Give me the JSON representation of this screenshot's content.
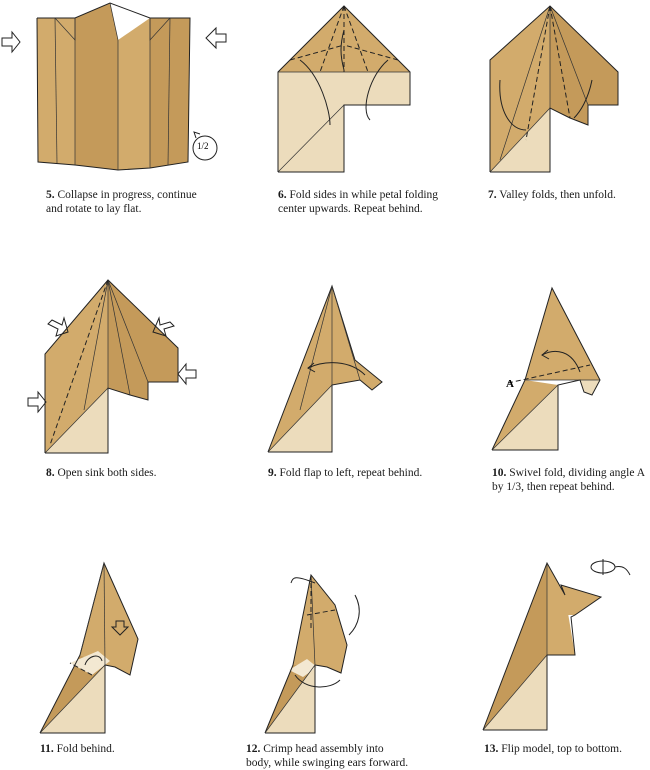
{
  "colors": {
    "paper_dark": "#c49a5a",
    "paper_mid": "#d2ab6c",
    "paper_light": "#ecdcbc",
    "paper_pale": "#f3e8d2",
    "line": "#222222"
  },
  "steps": [
    {
      "number": "5.",
      "text_1": "Collapse in progress, continue",
      "text_2": "and rotate to lay flat.",
      "symbol": "1/2"
    },
    {
      "number": "6.",
      "text_1": "Fold sides in while petal folding",
      "text_2": "center upwards. Repeat behind."
    },
    {
      "number": "7.",
      "text_1": "Valley folds, then unfold.",
      "text_2": ""
    },
    {
      "number": "8.",
      "text_1": "Open sink both sides.",
      "text_2": ""
    },
    {
      "number": "9.",
      "text_1": "Fold flap to left, repeat behind.",
      "text_2": ""
    },
    {
      "number": "10.",
      "text_1": "Swivel fold, dividing angle A",
      "text_2": "by 1/3, then repeat behind.",
      "label": "A"
    },
    {
      "number": "11.",
      "text_1": "Fold behind.",
      "text_2": ""
    },
    {
      "number": "12.",
      "text_1": "Crimp head assembly into",
      "text_2": "body, while swinging ears forward."
    },
    {
      "number": "13.",
      "text_1": "Flip model, top to bottom.",
      "text_2": ""
    }
  ]
}
